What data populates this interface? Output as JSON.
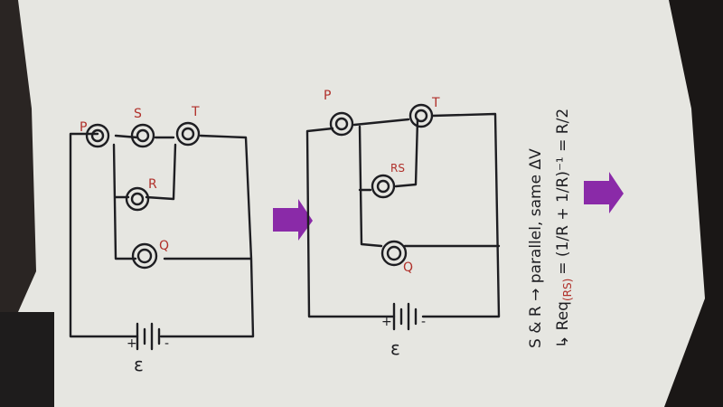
{
  "diagram": {
    "colors": {
      "paper": "#e6e6e1",
      "ink": "#1e1e22",
      "bulb_label": "#b0302a",
      "arrow": "#8a2aa8",
      "background": "#2a2523"
    },
    "circuit1": {
      "bulb_labels": [
        "P",
        "S",
        "T",
        "R",
        "Q"
      ],
      "battery_label": "ε",
      "battery_plus": "+",
      "battery_minus": "-"
    },
    "circuit2": {
      "bulb_labels": [
        "P",
        "T",
        "RS",
        "Q"
      ],
      "battery_label": "ε",
      "battery_plus": "+",
      "battery_minus": "-"
    },
    "notes": {
      "line1": "S & R → parallel, same ΔV",
      "line2_prefix": "↳ Req",
      "line2_sub": "(RS)",
      "line2_formula": "= (1/R + 1/R)⁻¹ = R/2"
    }
  }
}
